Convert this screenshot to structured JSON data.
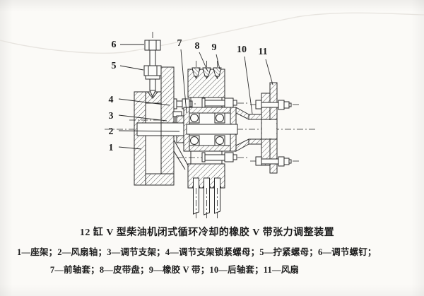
{
  "figure": {
    "title": "12 缸 V 型柴油机闭式循环冷却的橡胶 V 带张力调整装置",
    "legend_line1": "1—座架；2—风扇轴；3—调节支架；4—调节支架锁紧螺母；5—拧紧螺母；6—调节螺钉；",
    "legend_line2": "7—前轴套；8—皮带盘；9—橡胶 V 带；10—后轴套；11—风扇",
    "parts": [
      {
        "num": "1",
        "name": "座架"
      },
      {
        "num": "2",
        "name": "风扇轴"
      },
      {
        "num": "3",
        "name": "调节支架"
      },
      {
        "num": "4",
        "name": "调节支架锁紧螺母"
      },
      {
        "num": "5",
        "name": "拧紧螺母"
      },
      {
        "num": "6",
        "name": "调节螺钉"
      },
      {
        "num": "7",
        "name": "前轴套"
      },
      {
        "num": "8",
        "name": "皮带盘"
      },
      {
        "num": "9",
        "name": "橡胶 V 带"
      },
      {
        "num": "10",
        "name": "后轴套"
      },
      {
        "num": "11",
        "name": "风扇"
      }
    ],
    "colors": {
      "ink": "#2b2b2b",
      "paper": "#fbfaf7"
    }
  }
}
